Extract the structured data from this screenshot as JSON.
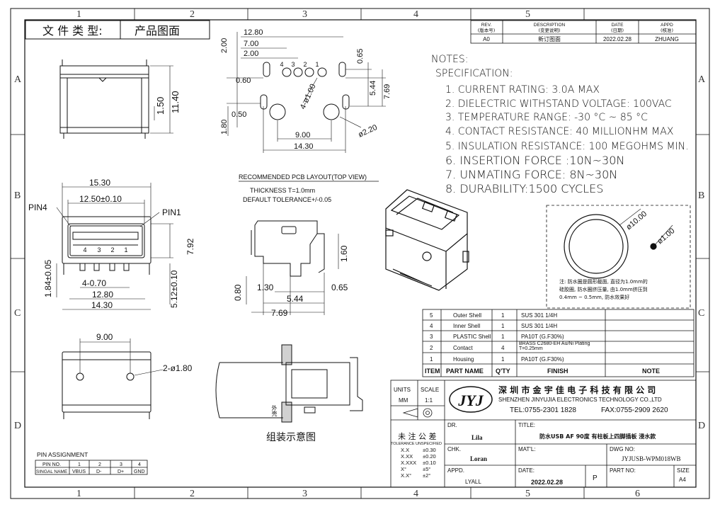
{
  "grid": {
    "columns": [
      "1",
      "2",
      "3",
      "4",
      "5",
      "6"
    ],
    "rows": [
      "A",
      "B",
      "C",
      "D"
    ]
  },
  "doc_type": {
    "label": "文 件 类 型:",
    "value": "产品图面"
  },
  "revision": {
    "headers": [
      {
        "en": "REV.",
        "cn": "(版本号)"
      },
      {
        "en": "DESCRIPTION",
        "cn": "(变更说明)"
      },
      {
        "en": "DATE",
        "cn": "(日期)"
      },
      {
        "en": "APPD",
        "cn": "(核准)"
      }
    ],
    "row": {
      "rev": "A0",
      "description": "新订图面",
      "date": "2022.02.28",
      "appd": "ZHUANG"
    }
  },
  "notes": {
    "title": "NOTES:",
    "spec_title": "SPECIFICATION:",
    "items": [
      "1. CURRENT RATING: 3.0A MAX",
      "2. DIELECTRIC WITHSTAND VOLTAGE: 100VAC",
      "3. TEMPERATURE RANGE: -30 °C ~ 85 °C",
      "4. CONTACT RESISTANCE: 40 MILLIONHM MAX",
      "5. INSULATION RESISTANCE: 100 MEGOHMS MIN.",
      "6. INSERTION FORCE :10N~30N",
      "7. UNMATING FORCE: 8N~30N",
      "8. DURABILITY:1500 CYCLES"
    ]
  },
  "pcb_layout": {
    "title": "RECOMMENDED PCB LAYOUT(TOP VIEW)",
    "thickness": "THICKNESS T=1.0mm",
    "tolerance": "DEFAULT TOLERANCE+/-0.05",
    "dims": [
      "12.80",
      "7.00",
      "2.00",
      "2.00",
      "0.60",
      "0.50",
      "1.80",
      "9.00",
      "14.30",
      "0.65",
      "5.44",
      "7.69",
      "ø2.20",
      "4-ø1.00"
    ],
    "pin_numbers": [
      "4",
      "3",
      "2",
      "1"
    ]
  },
  "front_view": {
    "dims": [
      "15.30",
      "12.50±0.10",
      "PIN4",
      "PIN1",
      "7.92",
      "1.84±0.05",
      "4-0.70",
      "12.80",
      "14.30",
      "5.12±0.10"
    ],
    "pin_numbers": [
      "4",
      "3",
      "2",
      "1"
    ]
  },
  "top_left_view": {
    "dims": [
      "11.40",
      "1.50"
    ]
  },
  "side_view": {
    "dims": [
      "1.60",
      "0.80",
      "1.30",
      "0.65",
      "5.44",
      "7.69"
    ]
  },
  "bottom_view": {
    "dims": [
      "9.00",
      "2-ø1.80"
    ]
  },
  "waterproof_note": {
    "dims": [
      "ø10.00",
      "ø1.00"
    ],
    "text": [
      "注: 防水圈是圆形截面, 直径为1.0mm的",
      "硅胶圈, 防水圈挤压量, 由1.0mm挤压到",
      "0.4mm ~ 0.5mm, 防水效果好"
    ]
  },
  "assembly": {
    "caption": "组装示意图",
    "outer_label": "外壳"
  },
  "bom": {
    "headers": [
      "ITEM",
      "PART NAME",
      "Q'TY",
      "FINISH",
      "NOTE"
    ],
    "rows": [
      {
        "item": "5",
        "name": "Outer Shell",
        "qty": "1",
        "finish": "SUS 301 1/4H"
      },
      {
        "item": "4",
        "name": "Inner Shell",
        "qty": "1",
        "finish": "SUS 301 1/4H"
      },
      {
        "item": "3",
        "name": "PLASTIC Shell",
        "qty": "1",
        "finish": "PA10T (G.F30%)"
      },
      {
        "item": "2",
        "name": "Contact",
        "qty": "4",
        "finish": "BRASS C2680-EH Au/Ni Plating T=0.25mm"
      },
      {
        "item": "1",
        "name": "Housing",
        "qty": "1",
        "finish": "PA10T (G.F30%)"
      }
    ]
  },
  "pin_assignment": {
    "title": "PIN ASSIGNMENT",
    "pin_label": "PIN NO.",
    "signal_label": "SINGAL NAME",
    "pins": [
      "1",
      "2",
      "3",
      "4"
    ],
    "signals": [
      "VBUS",
      "D-",
      "D+",
      "GND"
    ]
  },
  "title_block": {
    "units_label": "UNITS",
    "units_value": "MM",
    "scale_label": "SCALE",
    "scale_value": "1:1",
    "tolerance_title": "未 注 公 差",
    "tolerance_subtitle": "TOLERANCE UNSPECIFIED",
    "tolerances": [
      [
        "X.X",
        "±0.30"
      ],
      [
        "X.XX",
        "±0.20"
      ],
      [
        "X.XXX",
        "±0.10"
      ],
      [
        "X°",
        "±5°"
      ],
      [
        "X.X°",
        "±2°"
      ]
    ],
    "company_logo": "JYJ",
    "company_cn": "深 圳 市 金 宇 佳 电 子 科 技 有 限 公 司",
    "company_en": "SHENZHEN JINYUJIA ELECTRONICS TECHNOLOGY CO.,LTD",
    "tel": "TEL:0755-2301 1828",
    "fax": "FAX:0755-2909 2620",
    "dr_label": "DR.",
    "dr_value": "Lila",
    "title_label": "TITLE:",
    "title_value": "防水USB AF 90度 有柱板上四脚插板 浸水款",
    "chk_label": "CHK.",
    "chk_value": "Loran",
    "matl_label": "MAT'L:",
    "dwg_label": "DWG NO:",
    "dwg_value": "JYJUSB-WPM018WB",
    "appd_label": "APPD.",
    "appd_value": "LYALL",
    "date_label": "DATE:",
    "date_value": "2022.02.28",
    "p_label": "P",
    "part_label": "PART NO:",
    "size_label": "SIZE",
    "size_value": "A4"
  }
}
